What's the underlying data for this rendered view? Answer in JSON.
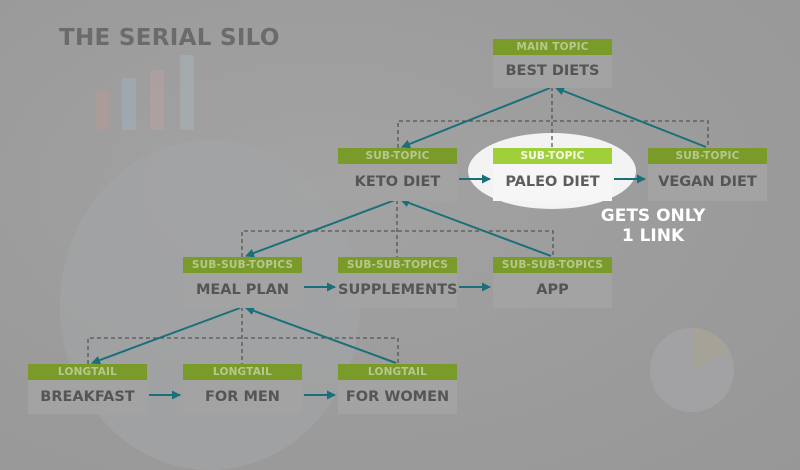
{
  "title": "THE SERIAL SILO",
  "colors": {
    "tag_green": "#7a9a2a",
    "tag_green_highlight": "#9fd03a",
    "arrow_teal": "#1a7078",
    "dashed_line": "#555555",
    "background": "#9a9a9a"
  },
  "nodes": {
    "main": {
      "tag": "MAIN TOPIC",
      "label": "BEST DIETS"
    },
    "keto": {
      "tag": "SUB-TOPIC",
      "label": "KETO DIET"
    },
    "paleo": {
      "tag": "SUB-TOPIC",
      "label": "PALEO DIET"
    },
    "vegan": {
      "tag": "SUB-TOPIC",
      "label": "VEGAN DIET"
    },
    "meal": {
      "tag": "SUB-SUB-TOPICS",
      "label": "MEAL PLAN"
    },
    "supplements": {
      "tag": "SUB-SUB-TOPICS",
      "label": "SUPPLEMENTS"
    },
    "app": {
      "tag": "SUB-SUB-TOPICS",
      "label": "APP"
    },
    "breakfast": {
      "tag": "LONGTAIL",
      "label": "BREAKFAST"
    },
    "formen": {
      "tag": "LONGTAIL",
      "label": "FOR MEN"
    },
    "forwomen": {
      "tag": "LONGTAIL",
      "label": "FOR WOMEN"
    }
  },
  "callout": {
    "line1": "GETS ONLY",
    "line2": "1 LINK"
  }
}
